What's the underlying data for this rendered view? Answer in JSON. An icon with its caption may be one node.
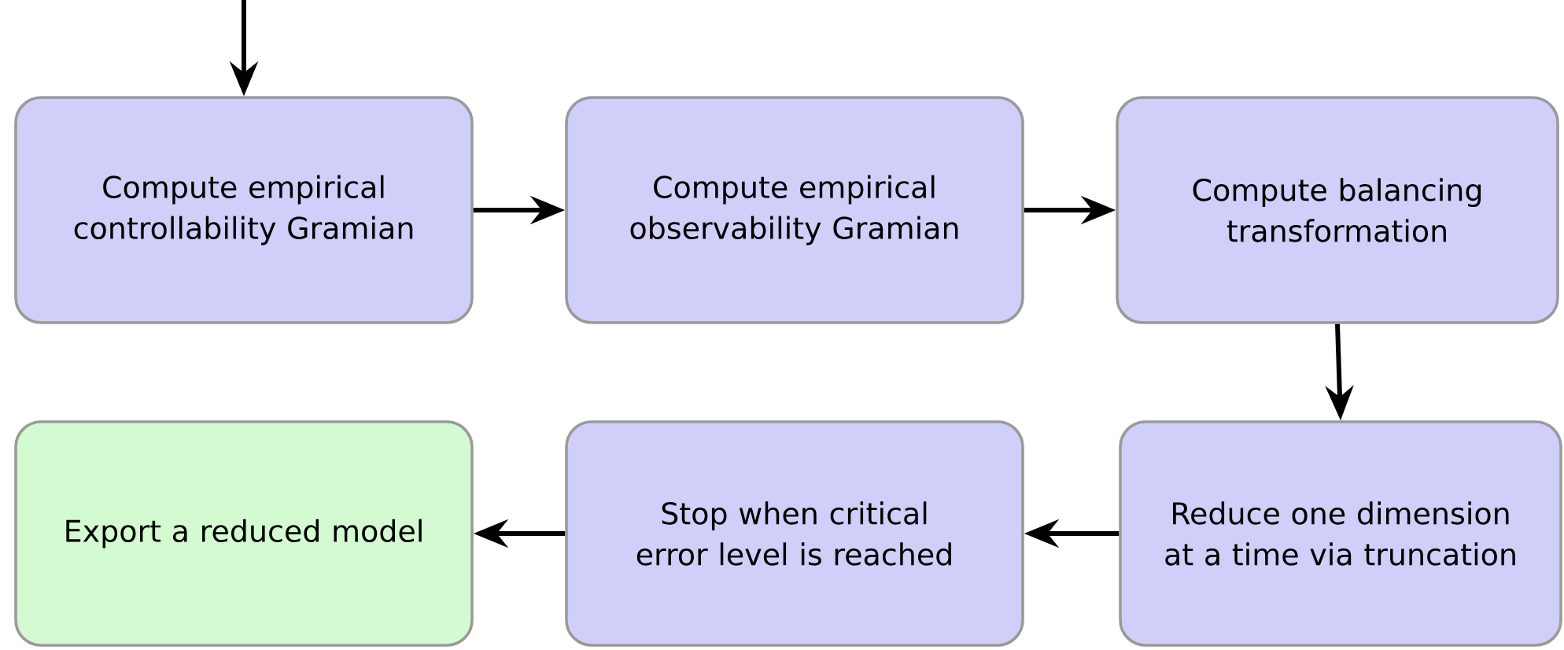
{
  "diagram": {
    "nodes": [
      {
        "text": [
          "Compute empirical controllability Gramian"
        ]
      },
      {
        "text": [
          "Compute empirical observability Gramian"
        ]
      },
      {
        "text": [
          "Compute balancing transformation"
        ]
      },
      {
        "text": [
          "Reduce one dimension at a time via truncation"
        ]
      },
      {
        "text": [
          "Stop when critical error level is reached"
        ]
      },
      {
        "text": [
          "Export a reduced model"
        ]
      }
    ],
    "edges": [
      {
        "from": null,
        "to": 0,
        "arrow": "to"
      },
      {
        "from": 0,
        "to": 1,
        "arrow": "to"
      },
      {
        "from": 1,
        "to": 2,
        "arrow": "to"
      },
      {
        "from": 2,
        "to": 3,
        "arrow": "to"
      },
      {
        "from": 3,
        "to": 4,
        "arrow": "to"
      },
      {
        "from": 4,
        "to": 5,
        "arrow": "to"
      }
    ]
  }
}
